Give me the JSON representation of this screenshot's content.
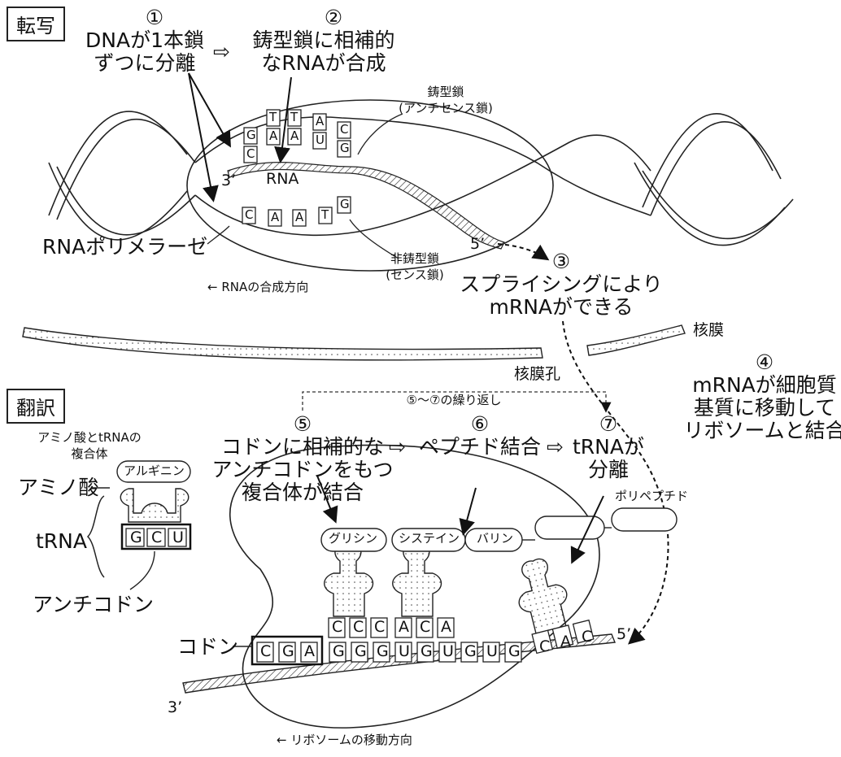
{
  "transcription": {
    "section_label": "転写",
    "step1": {
      "num": "①",
      "line1": "DNAが1本鎖",
      "line2": "ずつに分離"
    },
    "step2": {
      "num": "②",
      "line1": "鋳型鎖に相補的",
      "line2": "なRNAが合成"
    },
    "arrow_glyph": "⇨",
    "template_strand": {
      "line1": "鋳型鎖",
      "line2": "(アンチセンス鎖)"
    },
    "nontemplate_strand": {
      "line1": "非鋳型鎖",
      "line2": "(センス鎖)"
    },
    "rna_label": "RNA",
    "end_3": "3’",
    "end_5": "5’",
    "polymerase": "RNAポリメラーゼ",
    "direction": "← RNAの合成方向",
    "template_bases": [
      "G",
      "T",
      "T",
      "A",
      "C"
    ],
    "template_bases2": [
      "C",
      "A",
      "A",
      "U",
      "G"
    ],
    "coding_bases": [
      "C",
      "A",
      "A",
      "T",
      "G"
    ],
    "step3": {
      "num": "③",
      "line1": "スプライシングにより",
      "line2": "mRNAができる"
    },
    "nuclear_membrane": "核膜",
    "nuclear_pore": "核膜孔"
  },
  "translation": {
    "section_label": "翻訳",
    "repeat": "⑤〜⑦の繰り返し",
    "step4": {
      "num": "④",
      "line1": "mRNAが細胞質",
      "line2": "基質に移動して",
      "line3": "リボソームと結合"
    },
    "step5": {
      "num": "⑤",
      "line1": "コドンに相補的な",
      "line2": "アンチコドンをもつ",
      "line3": "複合体が結合"
    },
    "step6": {
      "num": "⑥",
      "line1": "ペプチド結合"
    },
    "step7": {
      "num": "⑦",
      "line1": "tRNAが",
      "line2": "分離"
    },
    "complex_title": {
      "line1": "アミノ酸とtRNAの",
      "line2": "複合体"
    },
    "amino_acid_label": "アミノ酸",
    "arginine": "アルギニン",
    "trna_label": "tRNA",
    "anticodon_label": "アンチコドン",
    "anticodon_bases": [
      "G",
      "C",
      "U"
    ],
    "codon_label": "コドン",
    "glycine": "グリシン",
    "cysteine": "システイン",
    "valine": "バリン",
    "polypeptide": "ポリペプチド",
    "ribosome_anticodons": [
      "C",
      "C",
      "C",
      "A",
      "C",
      "A"
    ],
    "released_anticodons": [
      "C",
      "A",
      "C"
    ],
    "mrna_codons": [
      "C",
      "G",
      "A",
      "G",
      "G",
      "G",
      "U",
      "G",
      "U",
      "G",
      "U",
      "G"
    ],
    "end_5": "5’",
    "end_3": "3’",
    "direction": "← リボソームの移動方向"
  }
}
